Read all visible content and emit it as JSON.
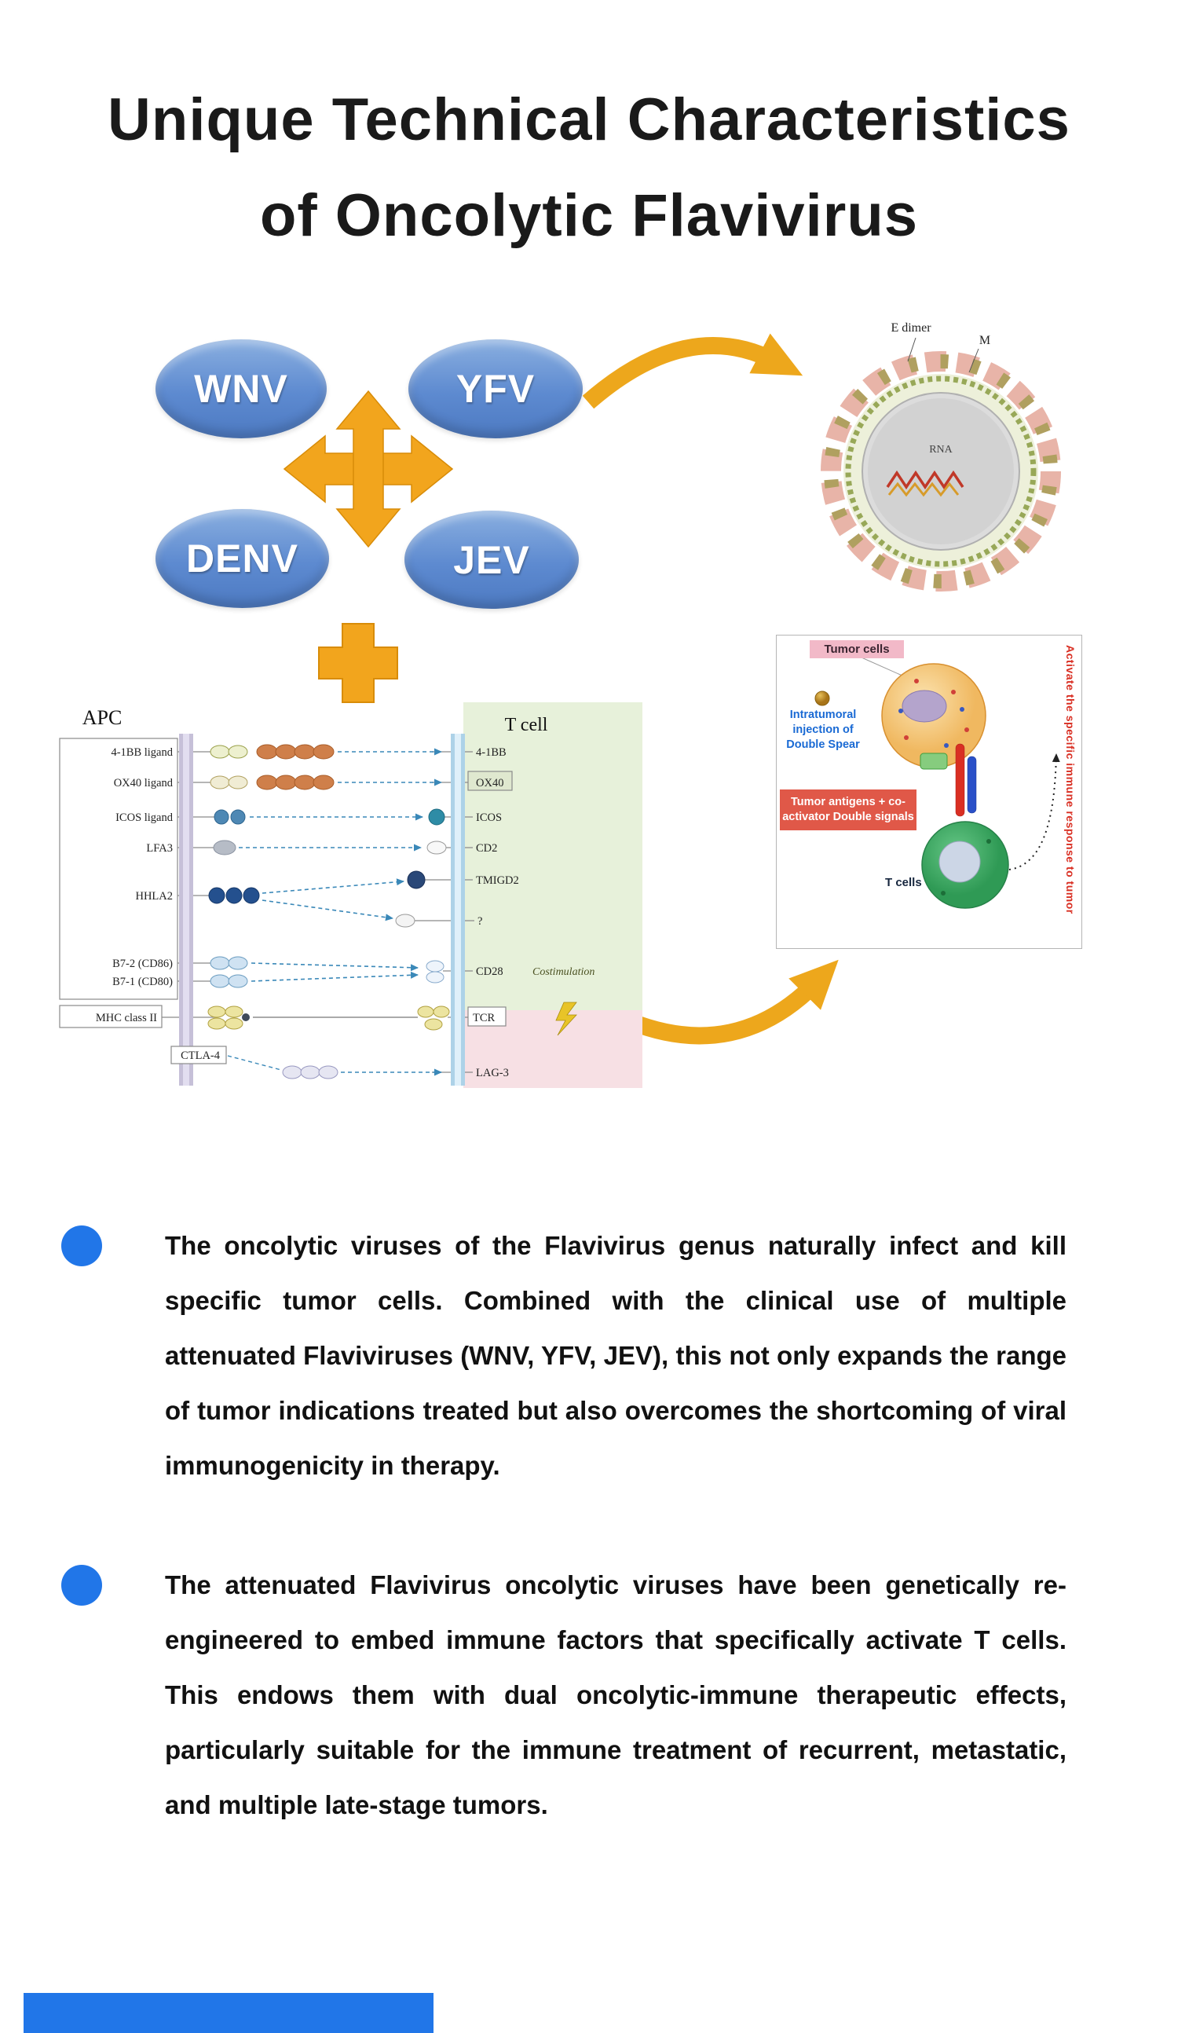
{
  "title": {
    "line1": "Unique Technical Characteristics",
    "line2": "of Oncolytic Flavivirus"
  },
  "virus_nodes": {
    "wnv": "WNV",
    "yfv": "YFV",
    "denv": "DENV",
    "jev": "JEV"
  },
  "virus_particle": {
    "e_dimer": "E dimer",
    "m": "M",
    "rna": "RNA"
  },
  "apc": {
    "apc_title": "APC",
    "tcell_title": "T cell",
    "costimulation": "Costimulation",
    "rows": [
      {
        "ligand": "4-1BB ligand",
        "receptor": "4-1BB"
      },
      {
        "ligand": "OX40 ligand",
        "receptor": "OX40"
      },
      {
        "ligand": "ICOS ligand",
        "receptor": "ICOS"
      },
      {
        "ligand": "LFA3",
        "receptor": "CD2"
      },
      {
        "ligand": "HHLA2",
        "receptor": "TMIGD2"
      },
      {
        "receptor": "?"
      },
      {
        "ligand": "B7-2 (CD86)"
      },
      {
        "ligand": "B7-1 (CD80)",
        "receptor": "CD28"
      },
      {
        "ligand": "MHC class II",
        "receptor": "TCR"
      },
      {
        "ligand": "CTLA-4",
        "receptor": "LAG-3"
      }
    ]
  },
  "tumor": {
    "tumor_cells": "Tumor cells",
    "injection": "Intratumoral injection of Double Spear",
    "antigens": "Tumor antigens + co-activator Double signals",
    "t_cells": "T cells",
    "activate": "Activate the specific immune response to tumor"
  },
  "bullets": [
    {
      "text": "The oncolytic viruses of the Flavivirus genus naturally infect and kill specific tumor cells. Combined with the clinical use of multiple attenuated Flaviviruses (WNV, YFV, JEV), this not only expands the range of tumor indications treated but also overcomes the shortcoming of viral immunogenicity in therapy."
    },
    {
      "text": "The attenuated Flavivirus oncolytic viruses have been genetically re-engineered to embed immune factors that specifically activate T cells. This endows them with dual oncolytic-immune therapeutic effects, particularly suitable for the immune treatment of recurrent, metastatic, and multiple late-stage tumors."
    }
  ],
  "colors": {
    "accent_blue": "#2176e8",
    "node_blue": "#5d8ad0",
    "arrow_gold": "#eda71c",
    "alert_red": "#d92f23"
  }
}
